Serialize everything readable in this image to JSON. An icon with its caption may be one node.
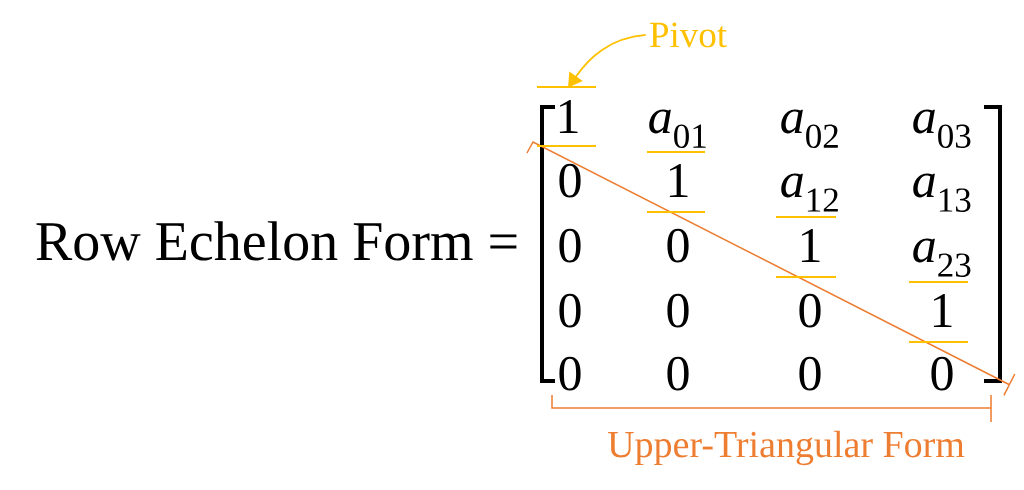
{
  "diagram": {
    "nodes": [
      {
        "text": [
          "Pivot"
        ]
      },
      {
        "text": [
          "1"
        ]
      }
    ],
    "edges": [
      {
        "from": 0,
        "to": 1,
        "arrow": "to",
        "color": "#ffc000"
      }
    ],
    "labels": [
      "Row Echelon Form =",
      "*a*$_{01}$",
      "*a*$_{02}$",
      "*a*$_{03}$",
      "0",
      "1",
      "*a*$_{12}$",
      "*a*$_{13}$",
      "0",
      "0",
      "1",
      "*a*$_{23}$",
      "0",
      "0",
      "0",
      "1",
      "0",
      "0",
      "0",
      "0",
      "Upper-Triangular Form"
    ]
  }
}
